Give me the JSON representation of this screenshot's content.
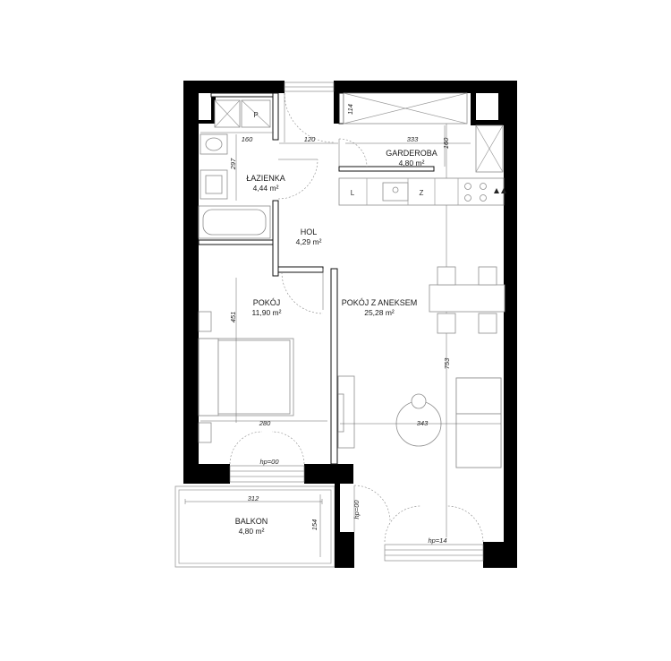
{
  "rooms": {
    "lazienka": {
      "name": "ŁAZIENKA",
      "area": "4,44 m²"
    },
    "garderoba": {
      "name": "GARDEROBA",
      "area": "4,80 m²"
    },
    "hol": {
      "name": "HOL",
      "area": "4,29 m²"
    },
    "pokoj": {
      "name": "POKÓJ",
      "area": "11,90 m²"
    },
    "pokoj_aneks": {
      "name": "POKÓJ Z ANEKSEM",
      "area": "25,28 m²"
    },
    "balkon": {
      "name": "BALKON",
      "area": "4,80 m²"
    }
  },
  "dimensions": {
    "lazienka_width": "160",
    "lazienka_height": "297",
    "hol_width": "120",
    "garderoba_width": "333",
    "garderoba_depth": "160",
    "closet_small": "114",
    "pokoj_height": "451",
    "pokoj_width": "280",
    "aneks_width": "343",
    "aneks_height": "753",
    "balkon_width": "312",
    "balkon_depth": "154"
  },
  "labels": {
    "shaft": "P",
    "hp_window_left": "hp=00",
    "hp_door_balkon": "hp=00",
    "hp_window_right": "hp=14",
    "kitchen_fridge": "L",
    "kitchen_dishwasher": "Z"
  }
}
